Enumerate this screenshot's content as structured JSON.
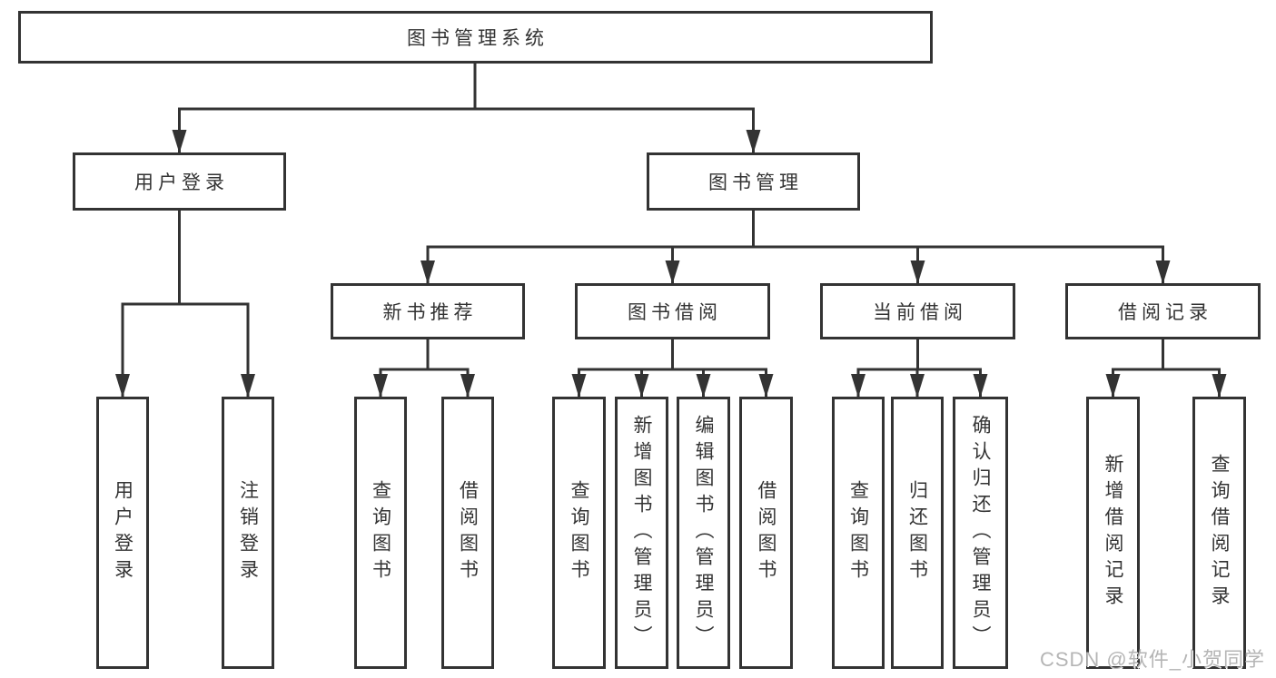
{
  "diagram": {
    "root": "图书管理系统",
    "branches": [
      {
        "label": "用户登录",
        "children": [
          "用户登录",
          "注销登录"
        ]
      },
      {
        "label": "图书管理",
        "sections": [
          {
            "label": "新书推荐",
            "children": [
              "查询图书",
              "借阅图书"
            ]
          },
          {
            "label": "图书借阅",
            "children": [
              "查询图书",
              "新增图书（管理员）",
              "编辑图书（管理员）",
              "借阅图书"
            ]
          },
          {
            "label": "当前借阅",
            "children": [
              "查询图书",
              "归还图书",
              "确认归还（管理员）"
            ]
          },
          {
            "label": "借阅记录",
            "children": [
              "新增借阅记录",
              "查询借阅记录"
            ]
          }
        ]
      }
    ]
  },
  "watermark": "CSDN @软件_小贺同学",
  "colors": {
    "line": "#333333",
    "box_border": "#333333",
    "box_background": "#ffffff",
    "text": "#333333",
    "watermark": "#b5b5b5"
  }
}
